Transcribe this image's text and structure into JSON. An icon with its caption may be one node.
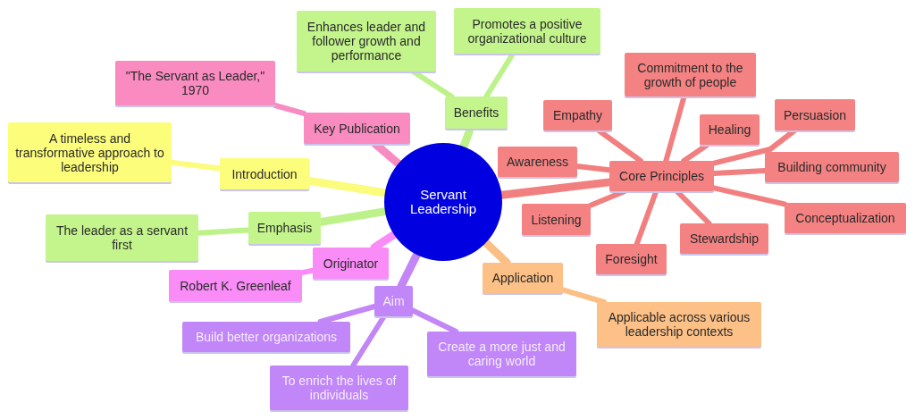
{
  "diagram": {
    "nodes": [
      {
        "text": [
          "Servant Leadership"
        ]
      },
      {
        "text": [
          "Benefits"
        ]
      },
      {
        "text": [
          "Enhances leader and follower growth and performance"
        ]
      },
      {
        "text": [
          "Promotes a positive organizational culture"
        ]
      },
      {
        "text": [
          "Key Publication"
        ]
      },
      {
        "text": [
          "\"The Servant as Leader,\" 1970"
        ]
      },
      {
        "text": [
          "Introduction"
        ]
      },
      {
        "text": [
          "A timeless and transformative approach to leadership"
        ]
      },
      {
        "text": [
          "Emphasis"
        ]
      },
      {
        "text": [
          "The leader as a servant first"
        ]
      },
      {
        "text": [
          "Originator"
        ]
      },
      {
        "text": [
          "Robert K. Greenleaf"
        ]
      },
      {
        "text": [
          "Aim"
        ]
      },
      {
        "text": [
          "Build better organizations"
        ]
      },
      {
        "text": [
          "Create a more just and caring world"
        ]
      },
      {
        "text": [
          "To enrich the lives of individuals"
        ]
      },
      {
        "text": [
          "Application"
        ]
      },
      {
        "text": [
          "Applicable across various leadership contexts"
        ]
      },
      {
        "text": [
          "Core Principles"
        ]
      },
      {
        "text": [
          "Awareness"
        ]
      },
      {
        "text": [
          "Empathy"
        ]
      },
      {
        "text": [
          "Commitment to the growth of people"
        ]
      },
      {
        "text": [
          "Healing"
        ]
      },
      {
        "text": [
          "Persuasion"
        ]
      },
      {
        "text": [
          "Building community"
        ]
      },
      {
        "text": [
          "Conceptualization"
        ]
      },
      {
        "text": [
          "Stewardship"
        ]
      },
      {
        "text": [
          "Foresight"
        ]
      },
      {
        "text": [
          "Listening"
        ]
      }
    ],
    "edges": [
      {
        "from": 0,
        "to": 1,
        "arrow": "none",
        "color": "#bdf28a"
      },
      {
        "from": 1,
        "to": 2,
        "arrow": "none",
        "color": "#bdf28a"
      },
      {
        "from": 1,
        "to": 3,
        "arrow": "none",
        "color": "#bdf28a"
      },
      {
        "from": 0,
        "to": 4,
        "arrow": "none",
        "color": "#f78cc2"
      },
      {
        "from": 4,
        "to": 5,
        "arrow": "none",
        "color": "#f78cc2"
      },
      {
        "from": 0,
        "to": 6,
        "arrow": "none",
        "color": "#fbfb7c"
      },
      {
        "from": 6,
        "to": 7,
        "arrow": "none",
        "color": "#fbfb7c"
      },
      {
        "from": 0,
        "to": 8,
        "arrow": "none",
        "color": "#bdf28a"
      },
      {
        "from": 8,
        "to": 9,
        "arrow": "none",
        "color": "#bdf28a"
      },
      {
        "from": 0,
        "to": 10,
        "arrow": "none",
        "color": "#f98cf7"
      },
      {
        "from": 10,
        "to": 11,
        "arrow": "none",
        "color": "#f98cf7"
      },
      {
        "from": 0,
        "to": 12,
        "arrow": "none",
        "color": "#c286f6"
      },
      {
        "from": 12,
        "to": 13,
        "arrow": "none",
        "color": "#c286f6"
      },
      {
        "from": 12,
        "to": 14,
        "arrow": "none",
        "color": "#c286f6"
      },
      {
        "from": 12,
        "to": 15,
        "arrow": "none",
        "color": "#c286f6"
      },
      {
        "from": 0,
        "to": 16,
        "arrow": "none",
        "color": "#fbbf86"
      },
      {
        "from": 16,
        "to": 17,
        "arrow": "none",
        "color": "#fbbf86"
      },
      {
        "from": 0,
        "to": 18,
        "arrow": "none"
      },
      {
        "from": 18,
        "to": 19,
        "arrow": "none"
      },
      {
        "from": 18,
        "to": 20,
        "arrow": "none"
      },
      {
        "from": 18,
        "to": 21,
        "arrow": "none"
      },
      {
        "from": 18,
        "to": 22,
        "arrow": "none"
      },
      {
        "from": 18,
        "to": 23,
        "arrow": "none"
      },
      {
        "from": 18,
        "to": 24,
        "arrow": "none"
      },
      {
        "from": 18,
        "to": 25,
        "arrow": "none"
      },
      {
        "from": 18,
        "to": 26,
        "arrow": "none"
      },
      {
        "from": 18,
        "to": 27,
        "arrow": "none"
      },
      {
        "from": 18,
        "to": 28,
        "arrow": "none"
      }
    ]
  }
}
